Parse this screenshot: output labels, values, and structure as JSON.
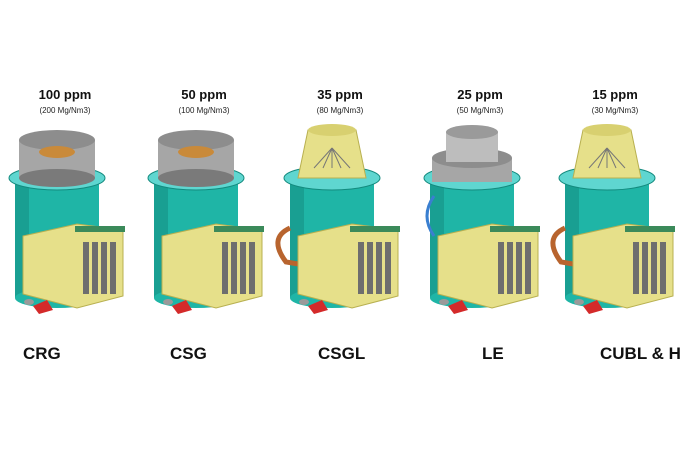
{
  "units": [
    {
      "ppm": "100 ppm",
      "sub": "(200 Mg/Nm3)",
      "name": "CRG",
      "top": "grey-cup"
    },
    {
      "ppm": "50 ppm",
      "sub": "(100 Mg/Nm3)",
      "name": "CSG",
      "top": "grey-cup"
    },
    {
      "ppm": "35 ppm",
      "sub": "(80 Mg/Nm3)",
      "name": "CSGL",
      "top": "yellow-cage"
    },
    {
      "ppm": "25 ppm",
      "sub": "(50 Mg/Nm3)",
      "name": "LE",
      "top": "grey-double"
    },
    {
      "ppm": "15 ppm",
      "sub": "(30 Mg/Nm3)",
      "name": "CUBL & H",
      "top": "yellow-cage"
    }
  ],
  "colors": {
    "body": "#1fb5a6",
    "body_dark": "#138a7e",
    "ring": "#5fd6d0",
    "housing": "#e6e08a",
    "housing_dark": "#b8b050",
    "grey": "#a6a6a6",
    "grey_dark": "#7a7a7a",
    "copper": "#b8642e",
    "handle": "#d42a2a"
  }
}
